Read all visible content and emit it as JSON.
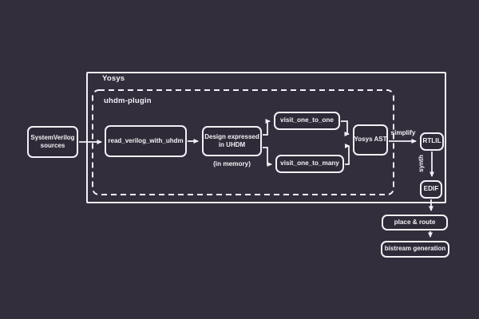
{
  "canvas": {
    "background_color": "#332e3c",
    "stroke_color": "#f3f1f5",
    "node_fill_color": "#2e2a37"
  },
  "containers": {
    "yosys": {
      "label": "Yosys"
    },
    "uhdm_plugin": {
      "label": "uhdm-plugin"
    }
  },
  "nodes": {
    "sv_sources": {
      "line1": "SystemVerilog",
      "line2": "sources"
    },
    "read_verilog": {
      "label": "read_verilog_with_uhdm"
    },
    "design_uhdm": {
      "line1": "Design expressed",
      "line2": "in UHDM"
    },
    "memory_note": {
      "label": "(in memory)"
    },
    "visit_one_to_one": {
      "label": "visit_one_to_one"
    },
    "visit_one_to_many": {
      "label": "visit_one_to_many"
    },
    "yosys_ast": {
      "label": "Yosys AST"
    },
    "rtlil": {
      "label": "RTLIL"
    },
    "edif": {
      "label": "EDIF"
    },
    "place_route": {
      "label": "place & route"
    },
    "bitstream": {
      "label": "bistream generation"
    }
  },
  "edge_labels": {
    "simplify": "simplify",
    "synth": "synth"
  },
  "edges": [
    {
      "from": "sv_sources",
      "to": "read_verilog"
    },
    {
      "from": "read_verilog",
      "to": "design_uhdm"
    },
    {
      "from": "design_uhdm",
      "to": "visit_one_to_one"
    },
    {
      "from": "design_uhdm",
      "to": "visit_one_to_many"
    },
    {
      "from": "visit_one_to_one",
      "to": "yosys_ast"
    },
    {
      "from": "visit_one_to_many",
      "to": "yosys_ast"
    },
    {
      "from": "yosys_ast",
      "to": "rtlil",
      "label": "simplify"
    },
    {
      "from": "rtlil",
      "to": "edif",
      "label": "synth"
    },
    {
      "from": "edif",
      "to": "place_route"
    },
    {
      "from": "place_route",
      "to": "bitstream"
    }
  ]
}
